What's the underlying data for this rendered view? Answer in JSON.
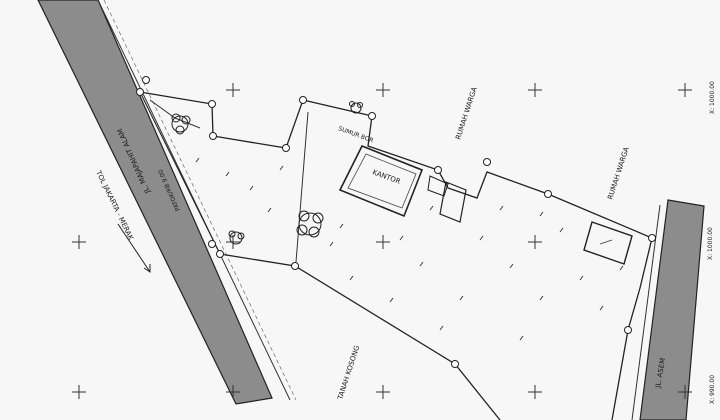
{
  "map": {
    "road_northwest": "JL. MAJAPAHIT ALAM",
    "road_right_of_way": "PATOK/RB 9.00",
    "toll_road": "TOL JAKARTA - MERAK",
    "office": "KANTOR",
    "well": "SUMUR BOR",
    "house_top": "RUMAH WARGA",
    "house_right": "RUMAH WARGA",
    "vacant_land": "TANAH KOSONG",
    "road_southeast": "JL. ASEM",
    "coord_top": "X: 1000.00",
    "coord_mid": "X: 1000.00",
    "coord_bottom": "X: 990.00"
  }
}
